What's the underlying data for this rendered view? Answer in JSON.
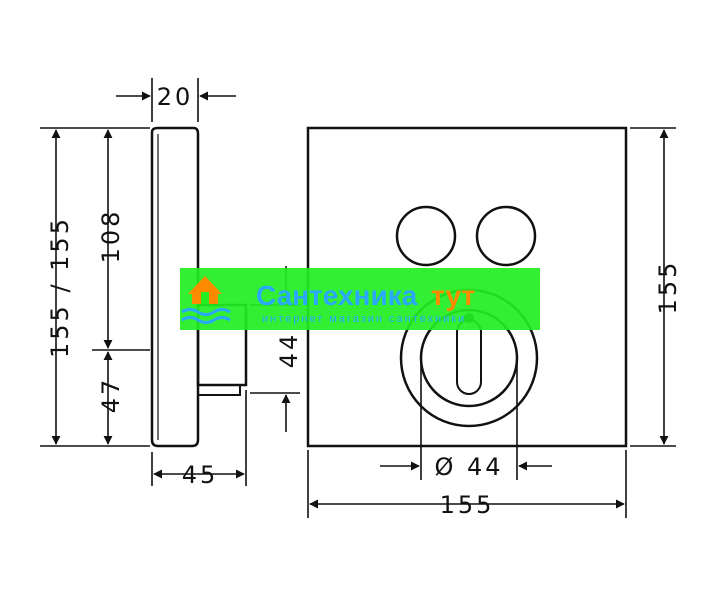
{
  "dimensions": {
    "depth_top": "20",
    "height_left": "155 / 155",
    "upper_height": "108",
    "lower_height": "47",
    "body_depth": "45",
    "body_height": "44",
    "right_height": "155",
    "knob_diameter": "Ø 44",
    "width_bottom": "155"
  },
  "watermark": {
    "title_part1": "Сантехника",
    "title_part2": "тут",
    "subtitle": "интернет магазин сантехники"
  },
  "colors": {
    "line": "#111111",
    "watermark_bg": "#22ee22",
    "watermark_text": "#2aa8ff",
    "watermark_accent": "#ff8a00"
  }
}
